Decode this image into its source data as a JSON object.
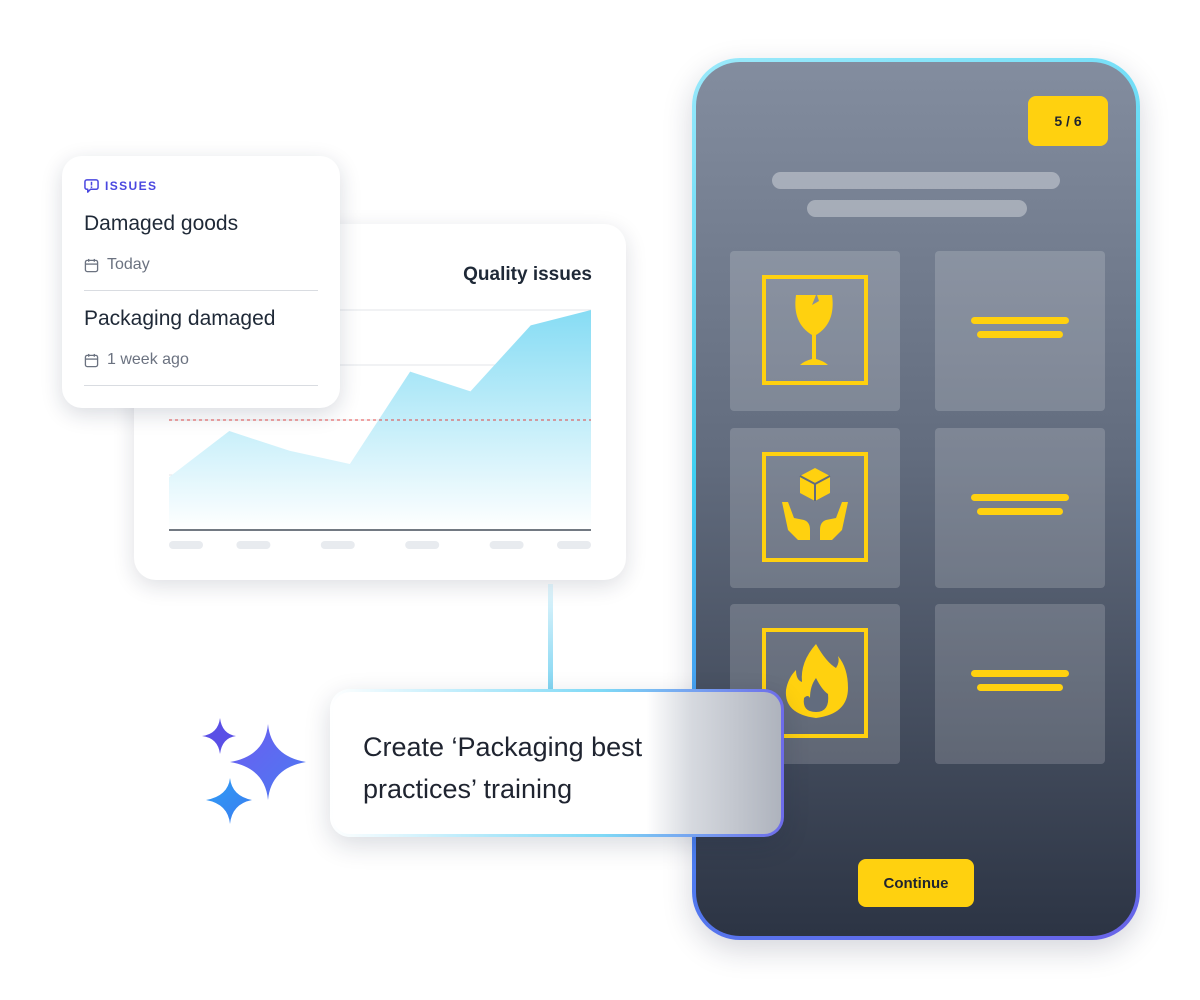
{
  "issues": {
    "header_label": "ISSUES",
    "items": [
      {
        "title": "Damaged goods",
        "meta": "Today"
      },
      {
        "title": "Packaging damaged",
        "meta": "1 week ago"
      }
    ]
  },
  "chart_data": {
    "type": "area",
    "title": "Quality issues",
    "xlabel": "",
    "ylabel": "",
    "x": [
      0,
      1,
      2,
      3,
      4,
      5,
      6,
      7
    ],
    "values": [
      24,
      45,
      36,
      30,
      72,
      63,
      93,
      100
    ],
    "ylim": [
      0,
      100
    ],
    "threshold": 50,
    "grid": true,
    "colors": {
      "fill_top": "#8fdff5",
      "fill_bottom": "#ffffff",
      "threshold_line": "#e04545",
      "axis": "#1f2937"
    }
  },
  "phone": {
    "step_badge": "5 / 6",
    "continue_label": "Continue",
    "tiles": [
      {
        "icon": "fragile-glass-icon"
      },
      {
        "icon": "handle-with-care-icon"
      },
      {
        "icon": "flammable-fire-icon"
      }
    ],
    "colors": {
      "accent": "#ffd10f"
    }
  },
  "prompt": {
    "text": "Create ‘Packaging best practices’ training"
  },
  "sparkles_icon": "sparkles-icon"
}
